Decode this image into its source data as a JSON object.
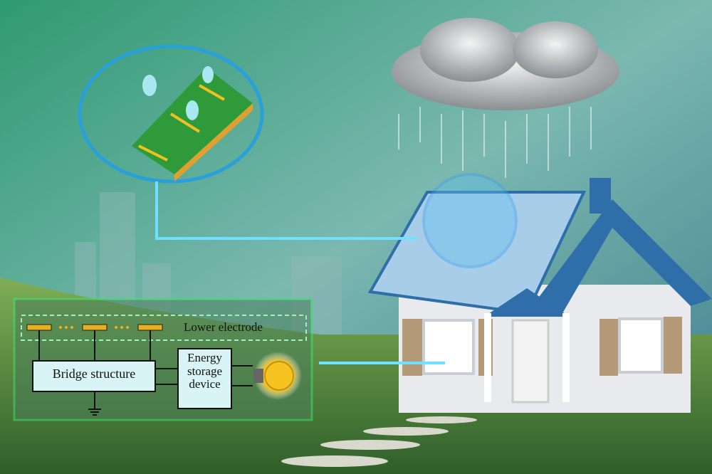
{
  "circuit": {
    "lower_electrode": "Lower electrode",
    "bridge_structure": "Bridge structure",
    "energy_storage_line1": "Energy",
    "energy_storage_line2": "storage",
    "energy_storage_line3": "device"
  },
  "colors": {
    "sky_top": "#3f9f8a",
    "sky_bottom": "#9cc9c2",
    "grass": "#4f8a3a",
    "roof": "#2f6ea8",
    "electrode": "#e8b020",
    "glow": "#39d0f0"
  }
}
